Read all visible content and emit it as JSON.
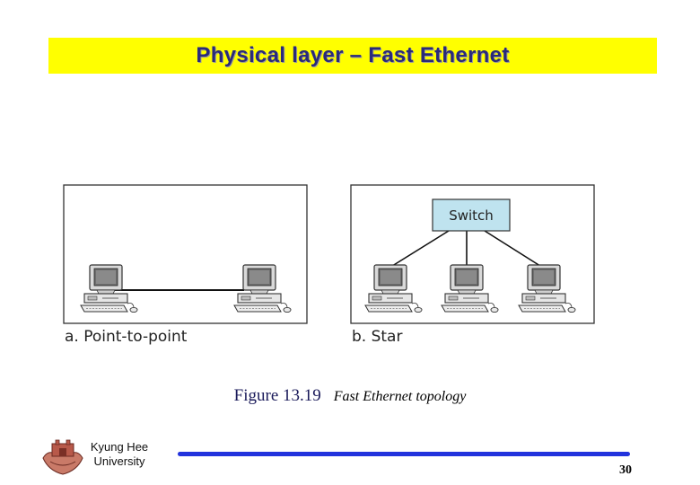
{
  "slide": {
    "title": "Physical layer – Fast Ethernet",
    "page_number": "30"
  },
  "figure": {
    "panel_a_label": "a. Point-to-point",
    "panel_b_label": "b. Star",
    "switch_label": "Switch",
    "caption_number": "Figure 13.19",
    "caption_title": "Fast Ethernet topology"
  },
  "footer": {
    "university_line1": "Kyung Hee",
    "university_line2": "University"
  },
  "colors": {
    "title_bar": "#ffff00",
    "switch_fill": "#bfe3ef",
    "footer_rule": "#2233dd"
  }
}
